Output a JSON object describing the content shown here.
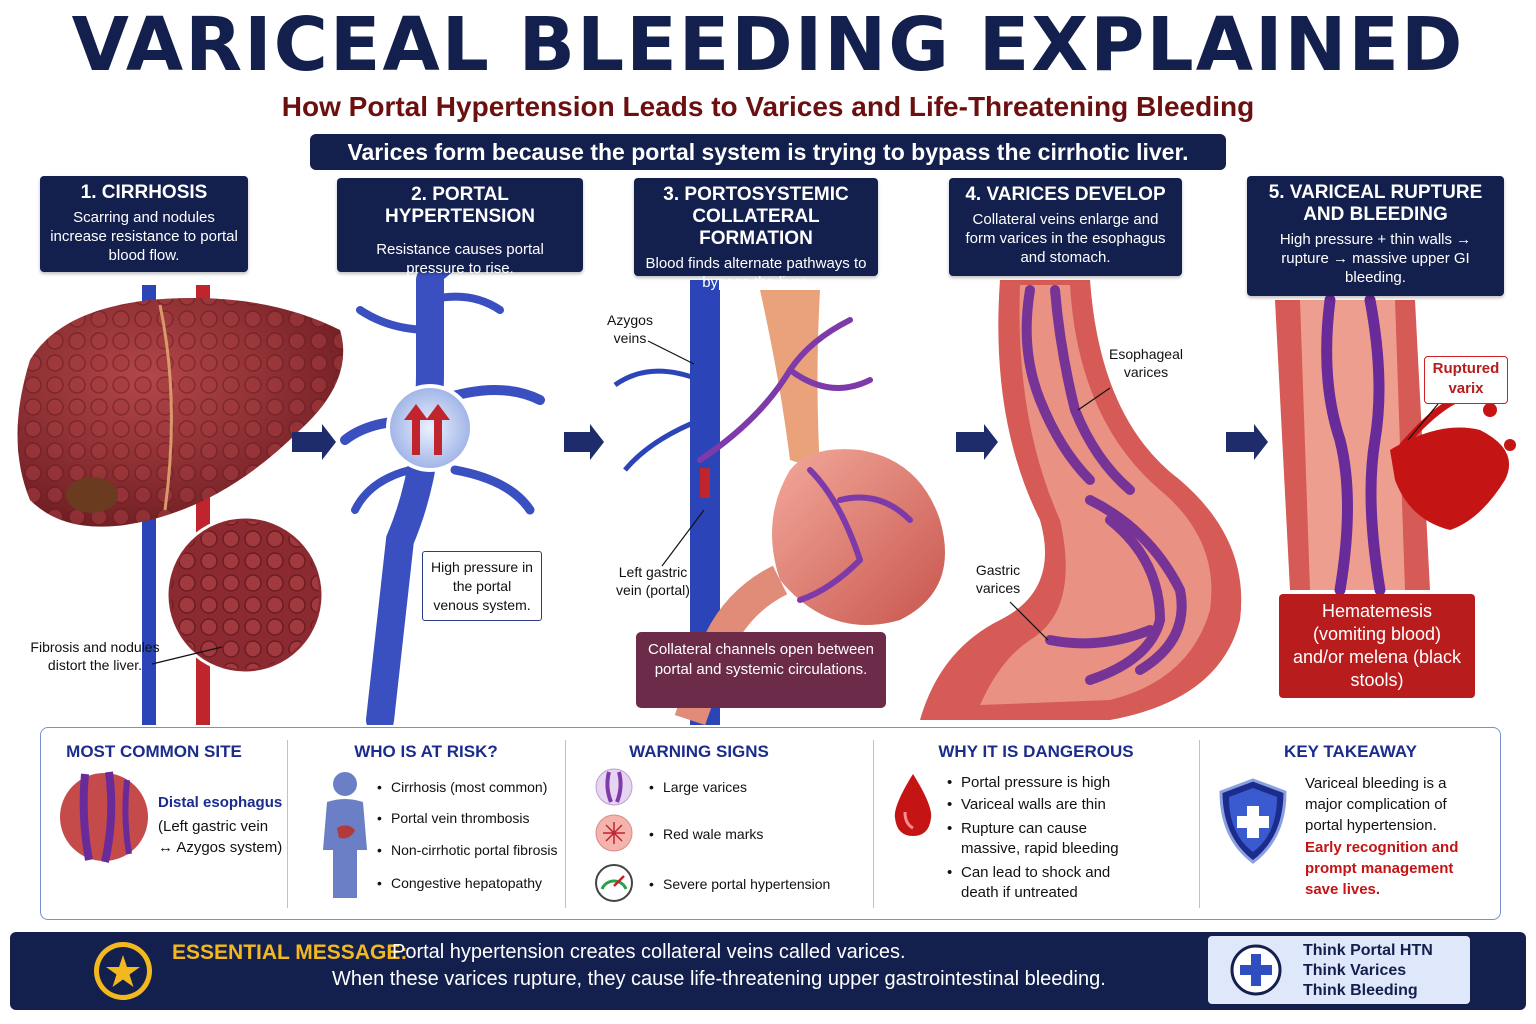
{
  "title": "VARICEAL BLEEDING EXPLAINED",
  "subtitle": "How Portal Hypertension Leads to Varices and Life-Threatening Bleeding",
  "banner": "Varices form because the portal system is trying to bypass the cirrhotic liver.",
  "steps": [
    {
      "heading": "1. CIRRHOSIS",
      "desc": "Scarring and nodules increase resistance to portal blood flow."
    },
    {
      "heading": "2. PORTAL HYPERTENSION",
      "desc": "Resistance causes portal pressure to rise."
    },
    {
      "heading": "3. PORTOSYSTEMIC COLLATERAL FORMATION",
      "desc": "Blood finds alternate pathways to bypass the liver."
    },
    {
      "heading": "4. VARICES DEVELOP",
      "desc": "Collateral veins enlarge and form varices in the esophagus and stomach."
    },
    {
      "heading": "5. VARICEAL RUPTURE AND BLEEDING",
      "desc": "High pressure + thin walls → rupture → massive upper GI bleeding."
    }
  ],
  "labels": {
    "fibrosis": "Fibrosis and nodules distort the liver.",
    "high_pressure": "High pressure in the portal venous system.",
    "azygos": "Azygos veins",
    "left_gastric": "Left gastric vein (portal)",
    "collateral_channels": "Collateral channels open between portal and systemic circulations.",
    "esophageal_varices": "Esophageal varices",
    "gastric_varices": "Gastric varices",
    "ruptured_varix": "Ruptured varix",
    "hematemesis": "Hematemesis (vomiting blood) and/or melena (black stools)"
  },
  "panel": {
    "site": {
      "heading": "MOST COMMON SITE",
      "name": "Distal esophagus",
      "detail": "(Left gastric vein ↔ Azygos system)"
    },
    "risk": {
      "heading": "WHO IS AT RISK?",
      "items": [
        "Cirrhosis (most common)",
        "Portal vein thrombosis",
        "Non-cirrhotic portal fibrosis",
        "Congestive hepatopathy"
      ]
    },
    "warning": {
      "heading": "WARNING SIGNS",
      "items": [
        "Large varices",
        "Red wale marks",
        "Severe portal hypertension"
      ]
    },
    "danger": {
      "heading": "WHY IT IS DANGEROUS",
      "items": [
        "Portal pressure is high",
        "Variceal walls are thin",
        "Rupture can cause massive, rapid bleeding",
        "Can lead to shock and death if untreated"
      ]
    },
    "takeaway": {
      "heading": "KEY TAKEAWAY",
      "text": "Variceal bleeding is a major complication of portal hypertension.",
      "emphasis": "Early recognition and prompt management save lives."
    }
  },
  "essential": {
    "heading": "ESSENTIAL MESSAGE:",
    "line1": "Portal hypertension creates collateral veins called varices.",
    "line2": "When these varices rupture, they cause life-threatening upper gastrointestinal bleeding.",
    "think": [
      "Think Portal HTN",
      "Think Varices",
      "Think Bleeding"
    ]
  },
  "colors": {
    "navy": "#13204e",
    "blood": "#b81c1c",
    "vein": "#3a4fc0",
    "accent": "#f3b81d"
  }
}
